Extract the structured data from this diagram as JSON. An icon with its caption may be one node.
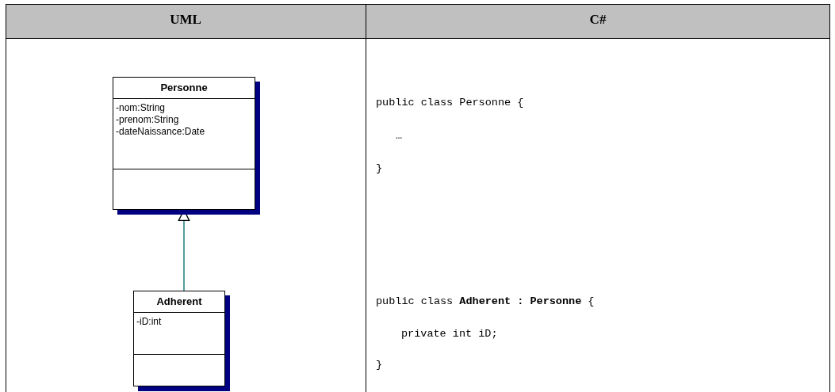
{
  "diagram": {
    "nodes": [
      {
        "text": [
          "Personne",
          "-nom:String",
          "-prenom:String",
          "-dateNaissance:Date"
        ]
      },
      {
        "text": [
          "Adherent",
          "-iD:int"
        ]
      }
    ],
    "edges": [
      {
        "from": 1,
        "to": 0,
        "arrow": "to"
      }
    ],
    "labels": [
      "UML",
      "C#",
      "public class Personne {",
      "…",
      "}",
      "public class **Adherent : Personne** {",
      "private int iD;",
      "}"
    ]
  }
}
